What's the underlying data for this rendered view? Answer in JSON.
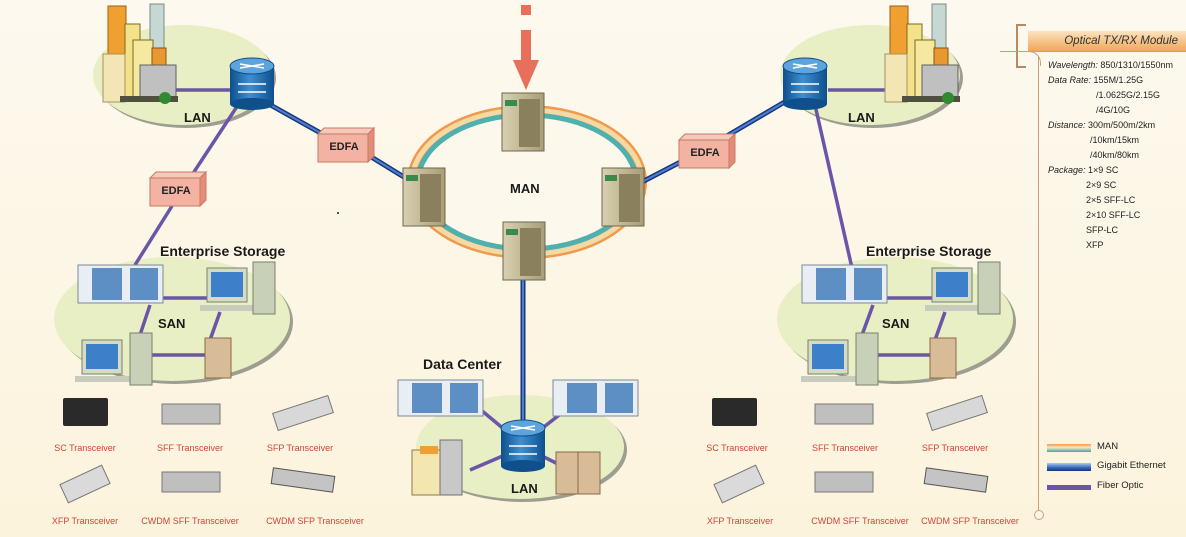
{
  "diagram": {
    "title_arrow": "down-arrow",
    "man_ring": {
      "label": "MAN"
    },
    "nodes": {
      "lan_top_left": {
        "label": "LAN"
      },
      "lan_top_right": {
        "label": "LAN"
      },
      "edfa_left_vertical": {
        "label": "EDFA"
      },
      "edfa_left_horizontal": {
        "label": "EDFA"
      },
      "edfa_right": {
        "label": "EDFA"
      },
      "storage_left": {
        "title": "Enterprise Storage",
        "label": "SAN"
      },
      "storage_right": {
        "title": "Enterprise Storage",
        "label": "SAN"
      },
      "data_center": {
        "title": "Data Center",
        "label": "LAN"
      }
    },
    "products_left": [
      {
        "label": "SC Transceiver"
      },
      {
        "label": "SFF Transceiver"
      },
      {
        "label": "SFP Transceiver"
      },
      {
        "label": "XFP Transceiver"
      },
      {
        "label": "CWDM SFF Transceiver"
      },
      {
        "label": "CWDM SFP Transceiver"
      }
    ],
    "products_right": [
      {
        "label": "SC Transceiver"
      },
      {
        "label": "SFF Transceiver"
      },
      {
        "label": "SFP Transceiver"
      },
      {
        "label": "XFP Transceiver"
      },
      {
        "label": "CWDM SFF Transceiver"
      },
      {
        "label": "CWDM SFP Transceiver"
      }
    ]
  },
  "panel": {
    "title": "Optical TX/RX Module",
    "specs": {
      "wavelength_key": "Wavelength:",
      "wavelength": [
        "850/1310/1550nm"
      ],
      "data_rate_key": "Data Rate:",
      "data_rate": [
        "155M/1.25G",
        "/1.0625G/2.15G",
        "/4G/10G"
      ],
      "distance_key": "Distance:",
      "distance": [
        "300m/500m/2km",
        "/10km/15km",
        "/40km/80km"
      ],
      "package_key": "Package:",
      "package": [
        "1×9 SC",
        "2×9 SC",
        "2×5 SFF-LC",
        "2×10 SFF-LC",
        "SFP-LC",
        "XFP"
      ]
    }
  },
  "legend": [
    {
      "label": "MAN",
      "style": "orange-teal-gradient"
    },
    {
      "label": "Gigabit Ethernet",
      "style": "blue-gradient"
    },
    {
      "label": "Fiber Optic",
      "style": "purple"
    }
  ],
  "colors": {
    "fiber": "#6a55a8",
    "gigabit": "#2a4fa0",
    "man_outer": "#f0a24f",
    "man_inner": "#5fb7b8",
    "edfa": "#f3b2a2",
    "lan_ellipse": "#e8efc4",
    "arrow": "#e8705a",
    "product_label": "#d2453a"
  }
}
